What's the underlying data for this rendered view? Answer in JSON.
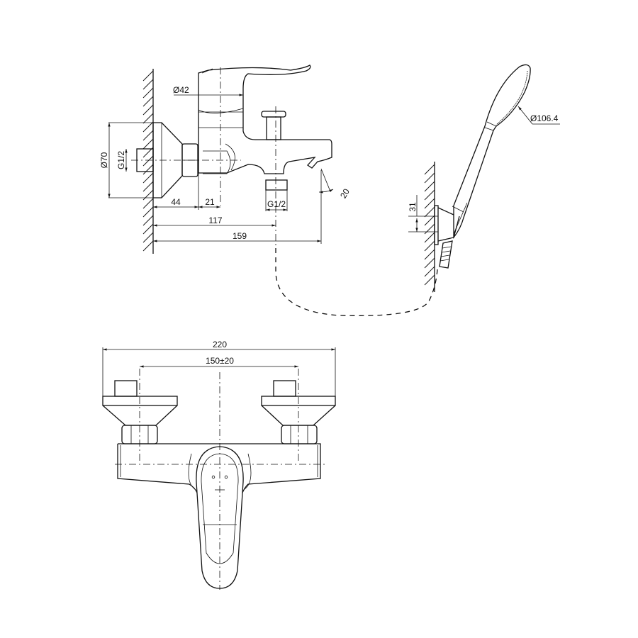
{
  "side_view": {
    "dim_flange_dia": "Ø70",
    "dim_inlet_thread": "G1/2",
    "dim_body_dia": "Ø42",
    "dim_outlet_thread": "G1/2",
    "dim_angle": "20",
    "dim_44": "44",
    "dim_21": "21",
    "dim_117": "117",
    "dim_159": "159"
  },
  "hand_shower": {
    "dim_head_dia": "Ø106.4",
    "dim_holder": "31"
  },
  "front_view": {
    "dim_overall_width": "220",
    "dim_inlet_spacing": "150±20"
  }
}
